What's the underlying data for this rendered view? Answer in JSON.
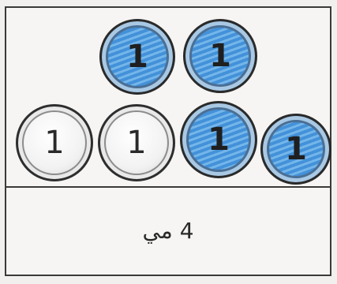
{
  "coins": {
    "top_row": [
      {
        "digit": "1",
        "state": "shaded"
      },
      {
        "digit": "1",
        "state": "shaded"
      }
    ],
    "bottom_row": [
      {
        "digit": "1",
        "state": "plain"
      },
      {
        "digit": "1",
        "state": "plain"
      },
      {
        "digit": "1",
        "state": "shaded"
      },
      {
        "digit": "1",
        "state": "shaded"
      }
    ]
  },
  "caption": "4 مي",
  "colors": {
    "shade_blue": "#4f9de0",
    "outline": "#2e2e2e",
    "paper": "#f6f5f3"
  }
}
